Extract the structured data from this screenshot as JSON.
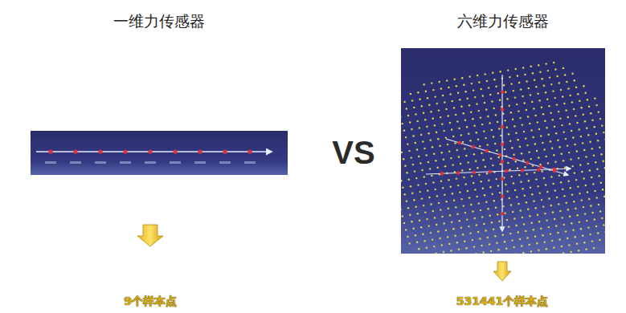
{
  "diagram": {
    "nodes": [
      {
        "text": [
          "一维力传感器"
        ]
      },
      {
        "text": [
          "六维力传感器"
        ]
      }
    ],
    "labels": [
      "VS",
      "9个样本点",
      "531441个样本点"
    ]
  }
}
